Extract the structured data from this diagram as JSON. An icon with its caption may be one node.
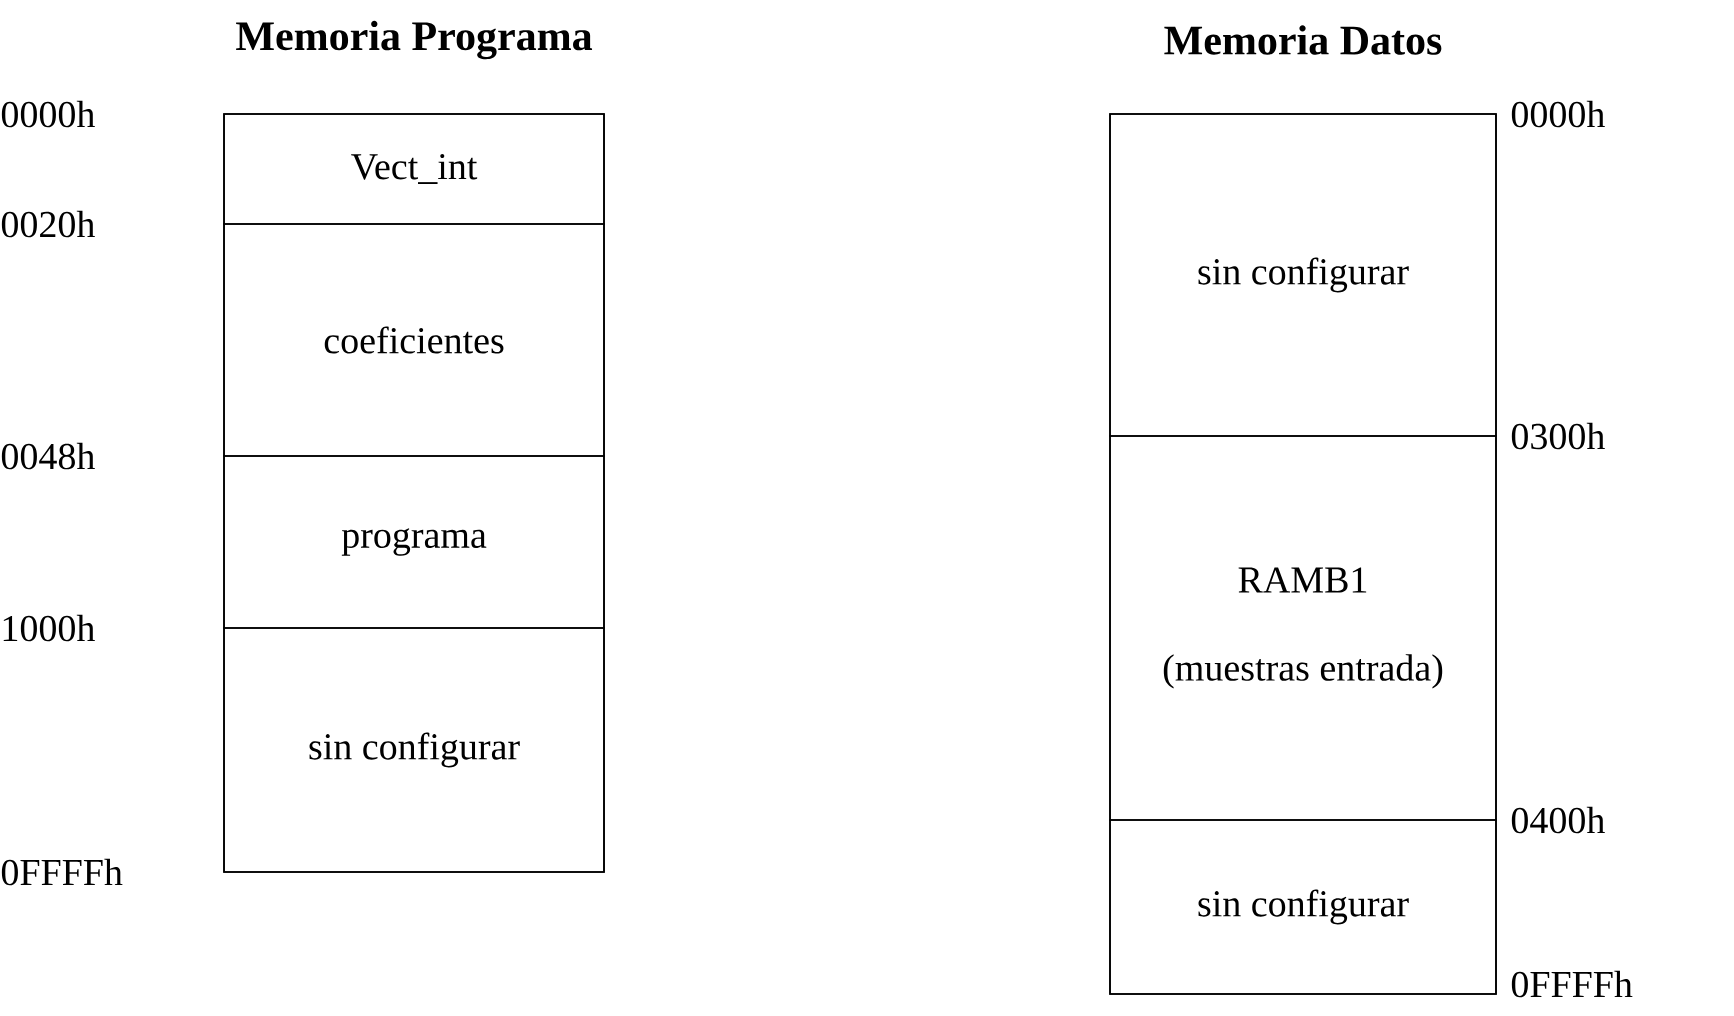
{
  "diagram": {
    "nodes": [
      {
        "text": [
          "Memoria Programa"
        ]
      },
      {
        "text": [
          "Vect_int"
        ],
        "in": 0
      },
      {
        "text": [
          "coeficientes"
        ],
        "in": 0
      },
      {
        "text": [
          "programa"
        ],
        "in": 0
      },
      {
        "text": [
          "sin configurar"
        ],
        "in": 0
      },
      {
        "text": [
          "Memoria Datos"
        ]
      },
      {
        "text": [
          "sin configurar"
        ],
        "in": 5
      },
      {
        "text": [
          "RAMB1",
          "(muestras entrada)"
        ],
        "in": 5
      },
      {
        "text": [
          "sin configurar"
        ],
        "in": 5
      }
    ],
    "labels": [
      "0000h",
      "0020h",
      "0048h",
      "1000h",
      "0FFFFh",
      "0000h",
      "0300h",
      "0400h",
      "0FFFFh"
    ]
  }
}
